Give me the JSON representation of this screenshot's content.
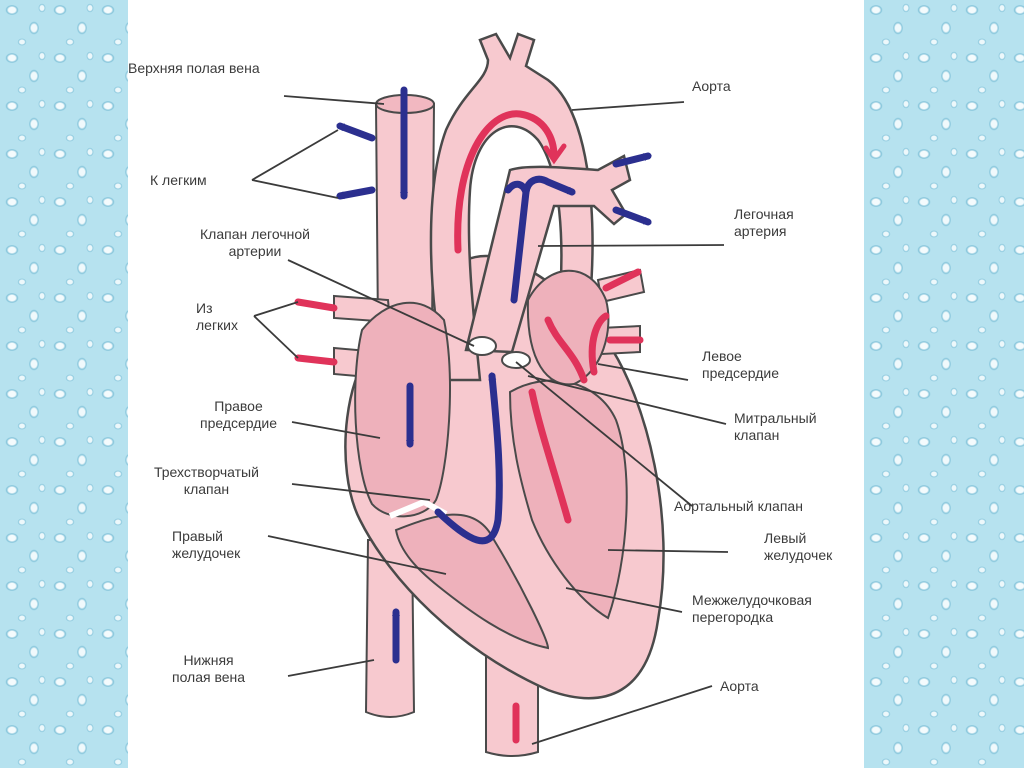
{
  "labels": {
    "superior_vena_cava": "Верхняя полая вена",
    "aorta_top": "Аорта",
    "to_lungs": "К легким",
    "pulmonary_valve_1": "Клапан легочной",
    "pulmonary_valve_2": "артерии",
    "pulmonary_artery_1": "Легочная",
    "pulmonary_artery_2": "артерия",
    "from_lungs_1": "Из",
    "from_lungs_2": "легких",
    "left_atrium_1": "Левое",
    "left_atrium_2": "предсердие",
    "right_atrium_1": "Правое",
    "right_atrium_2": "предсердие",
    "mitral_valve_1": "Митральный",
    "mitral_valve_2": "клапан",
    "tricuspid_valve_1": "Трехстворчатый",
    "tricuspid_valve_2": "клапан",
    "aortic_valve": "Аортальный клапан",
    "right_ventricle_1": "Правый",
    "right_ventricle_2": "желудочек",
    "left_ventricle_1": "Левый",
    "left_ventricle_2": "желудочек",
    "septum_1": "Межжелудочковая",
    "septum_2": "перегородка",
    "inferior_vena_cava_1": "Нижняя",
    "inferior_vena_cava_2": "полая вена",
    "aorta_bottom": "Аорта"
  },
  "colors": {
    "tissue": "#f7c9cf",
    "tissue_dark": "#e8a7b2",
    "chamber": "#eeb1bb",
    "outline": "#4a4a4a",
    "deoxygenated_arrow": "#2b2f8f",
    "oxygenated_arrow": "#e0335a",
    "background": "#b6e2ef"
  }
}
